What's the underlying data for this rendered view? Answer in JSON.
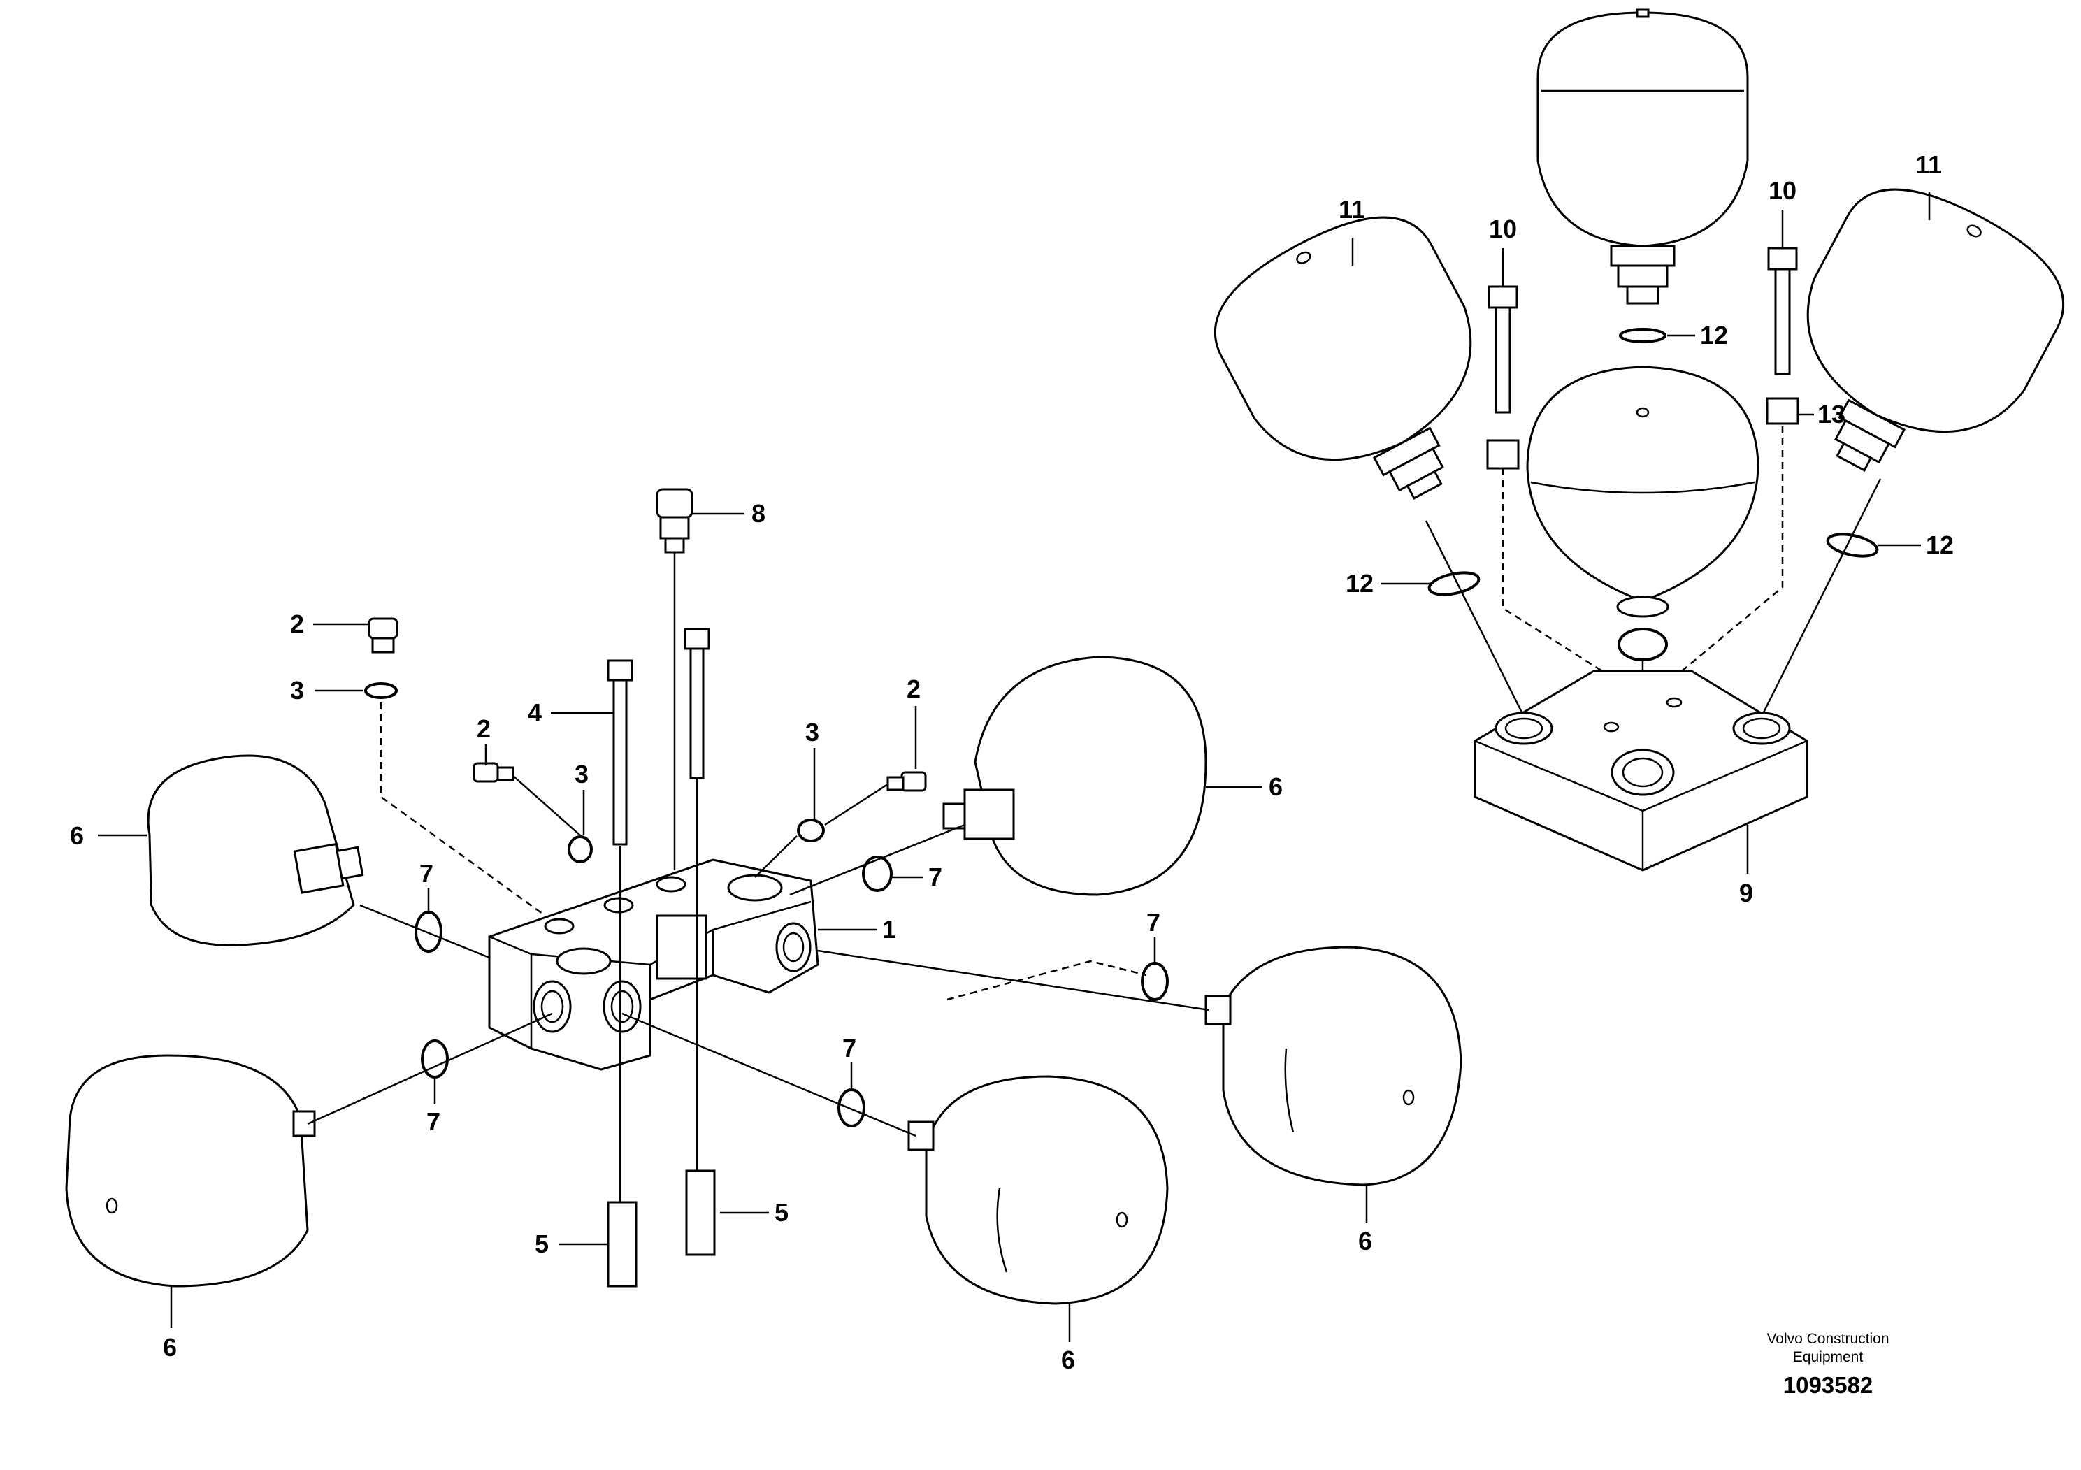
{
  "callouts": {
    "c1": "1",
    "c2a": "2",
    "c2b": "2",
    "c2c": "2",
    "c3a": "3",
    "c3b": "3",
    "c3c": "3",
    "c4": "4",
    "c5a": "5",
    "c5b": "5",
    "c6a": "6",
    "c6b": "6",
    "c6c": "6",
    "c6d": "6",
    "c6e": "6",
    "c7a": "7",
    "c7b": "7",
    "c7c": "7",
    "c7d": "7",
    "c7e": "7",
    "c8": "8",
    "c9": "9",
    "c10a": "10",
    "c10b": "10",
    "c11a": "11",
    "c11b": "11",
    "c12a": "12",
    "c12b": "12",
    "c12c": "12",
    "c13": "13"
  },
  "footer": {
    "company_line1": "Volvo Construction",
    "company_line2": "Equipment",
    "drawing_number": "1093582"
  }
}
